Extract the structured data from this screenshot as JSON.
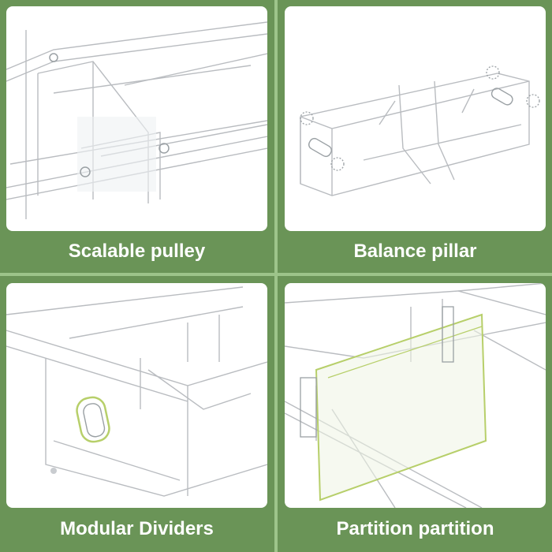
{
  "colors": {
    "background": "#6a9457",
    "divider": "#9dc48a",
    "caption_text": "#ffffff",
    "panel_bg": "#ffffff",
    "highlight_outline": "#b7cf6a"
  },
  "panels": [
    {
      "caption": "Scalable pulley",
      "illustration": "drawer-pulley-closeup"
    },
    {
      "caption": "Balance pillar",
      "illustration": "drawer-with-balance-pillars"
    },
    {
      "caption": "Modular Dividers",
      "illustration": "drawer-with-dividers"
    },
    {
      "caption": "Partition partition",
      "illustration": "drawer-partition-insert"
    }
  ]
}
